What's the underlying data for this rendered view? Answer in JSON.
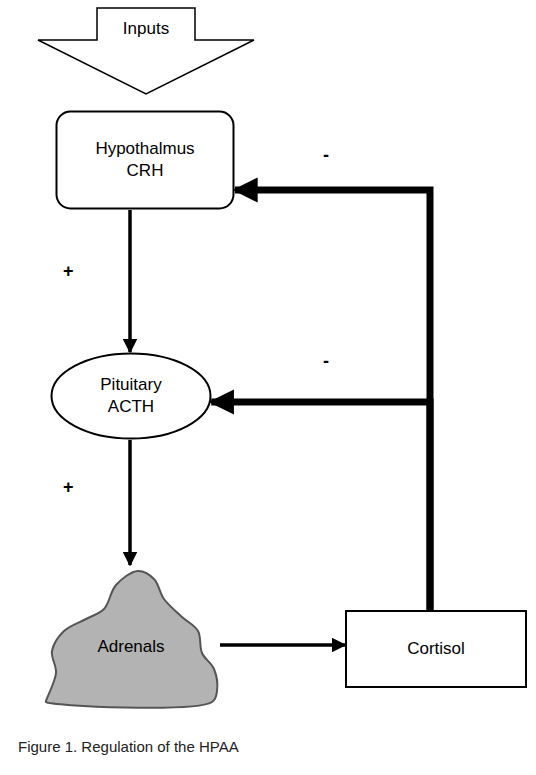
{
  "diagram": {
    "caption": "Figure 1. Regulation of the HPAA",
    "nodes": [
      {
        "text": [
          "Inputs"
        ]
      },
      {
        "text": [
          "Hypothalmus CRH"
        ]
      },
      {
        "text": [
          "Pituitary ACTH"
        ]
      },
      {
        "text": [
          "Adrenals"
        ]
      },
      {
        "text": [
          "Cortisol"
        ]
      }
    ],
    "edges": [
      {
        "from": 1,
        "to": 2,
        "arrow": "to",
        "label": "+"
      },
      {
        "from": 2,
        "to": 3,
        "arrow": "to",
        "label": "+"
      },
      {
        "from": 3,
        "to": 4,
        "arrow": "to"
      },
      {
        "from": 4,
        "to": 1,
        "arrow": "to",
        "label": "-"
      },
      {
        "from": 4,
        "to": 2,
        "arrow": "to",
        "label": "-"
      }
    ]
  }
}
